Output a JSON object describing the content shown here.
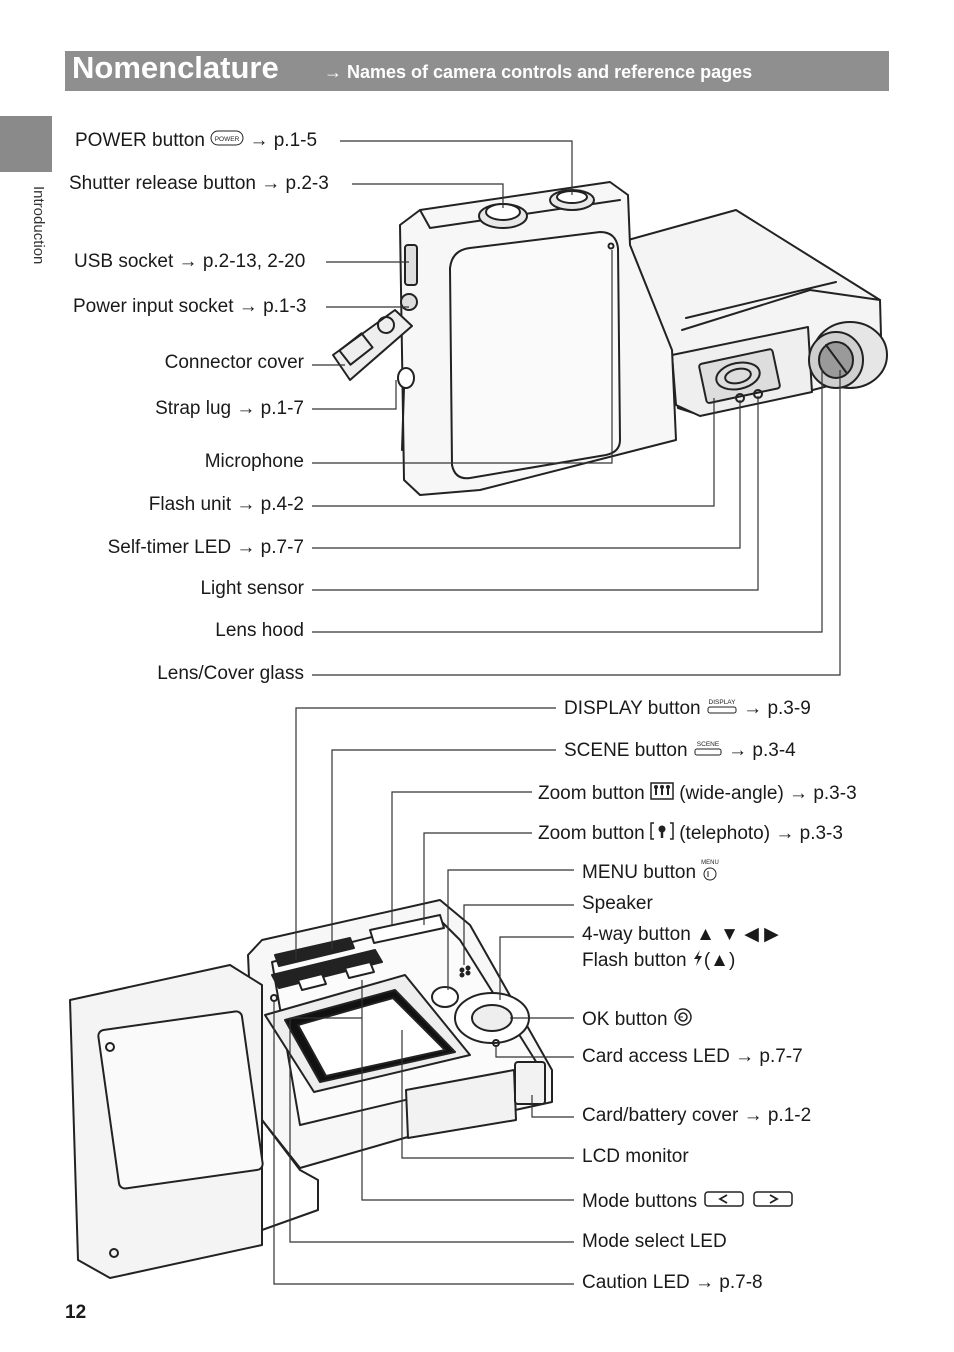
{
  "header": {
    "title": "Nomenclature",
    "subtitle": "→ Names of camera controls and reference pages"
  },
  "side_tab": "Introduction",
  "page_number": "12",
  "labels_top": [
    {
      "id": "power",
      "text": "POWER button",
      "ref": "→ p.1-5",
      "icon": "power-button-icon"
    },
    {
      "id": "shutter",
      "text": "Shutter release button → p.2-3"
    },
    {
      "id": "usb",
      "text": "USB socket → p.2-13, 2-20"
    },
    {
      "id": "power-input",
      "text": "Power input socket → p.1-3"
    },
    {
      "id": "connector",
      "text": "Connector cover"
    },
    {
      "id": "strap",
      "text": "Strap lug → p.1-7"
    },
    {
      "id": "mic",
      "text": "Microphone"
    },
    {
      "id": "flash",
      "text": "Flash unit → p.4-2"
    },
    {
      "id": "selftimer",
      "text": "Self-timer LED → p.7-7"
    },
    {
      "id": "lightsensor",
      "text": "Light sensor"
    },
    {
      "id": "lenshood",
      "text": "Lens hood"
    },
    {
      "id": "lens",
      "text": "Lens/Cover glass"
    }
  ],
  "labels_bottom": [
    {
      "id": "display",
      "text": "DISPLAY button",
      "ref": "→ p.3-9",
      "icon": "display-button-icon",
      "icon_text": "DISPLAY"
    },
    {
      "id": "scene",
      "text": "SCENE button",
      "ref": "→ p.3-4",
      "icon": "scene-button-icon",
      "icon_text": "SCENE"
    },
    {
      "id": "zoom-wide",
      "text": "Zoom button",
      "ref": "(wide-angle) → p.3-3",
      "icon": "wide-angle-icon"
    },
    {
      "id": "zoom-tele",
      "text": "Zoom button",
      "ref": "(telephoto) → p.3-3",
      "icon": "telephoto-icon"
    },
    {
      "id": "menu",
      "text": "MENU button",
      "icon": "menu-button-icon",
      "icon_text": "MENU"
    },
    {
      "id": "speaker",
      "text": "Speaker"
    },
    {
      "id": "fourway",
      "text": "4-way button ▲ ▼ ◀ ▶"
    },
    {
      "id": "flashbtn",
      "text": "Flash button",
      "ref": "(▲)",
      "icon": "flash-icon"
    },
    {
      "id": "ok",
      "text": "OK button",
      "icon": "ok-button-icon"
    },
    {
      "id": "cardled",
      "text": "Card access LED → p.7-7"
    },
    {
      "id": "cardcover",
      "text": "Card/battery cover → p.1-2"
    },
    {
      "id": "lcd",
      "text": "LCD monitor"
    },
    {
      "id": "mode",
      "text": "Mode buttons",
      "icon": "mode-buttons-icon"
    },
    {
      "id": "modeled",
      "text": "Mode select LED"
    },
    {
      "id": "caution",
      "text": "Caution LED → p.7-8"
    }
  ]
}
